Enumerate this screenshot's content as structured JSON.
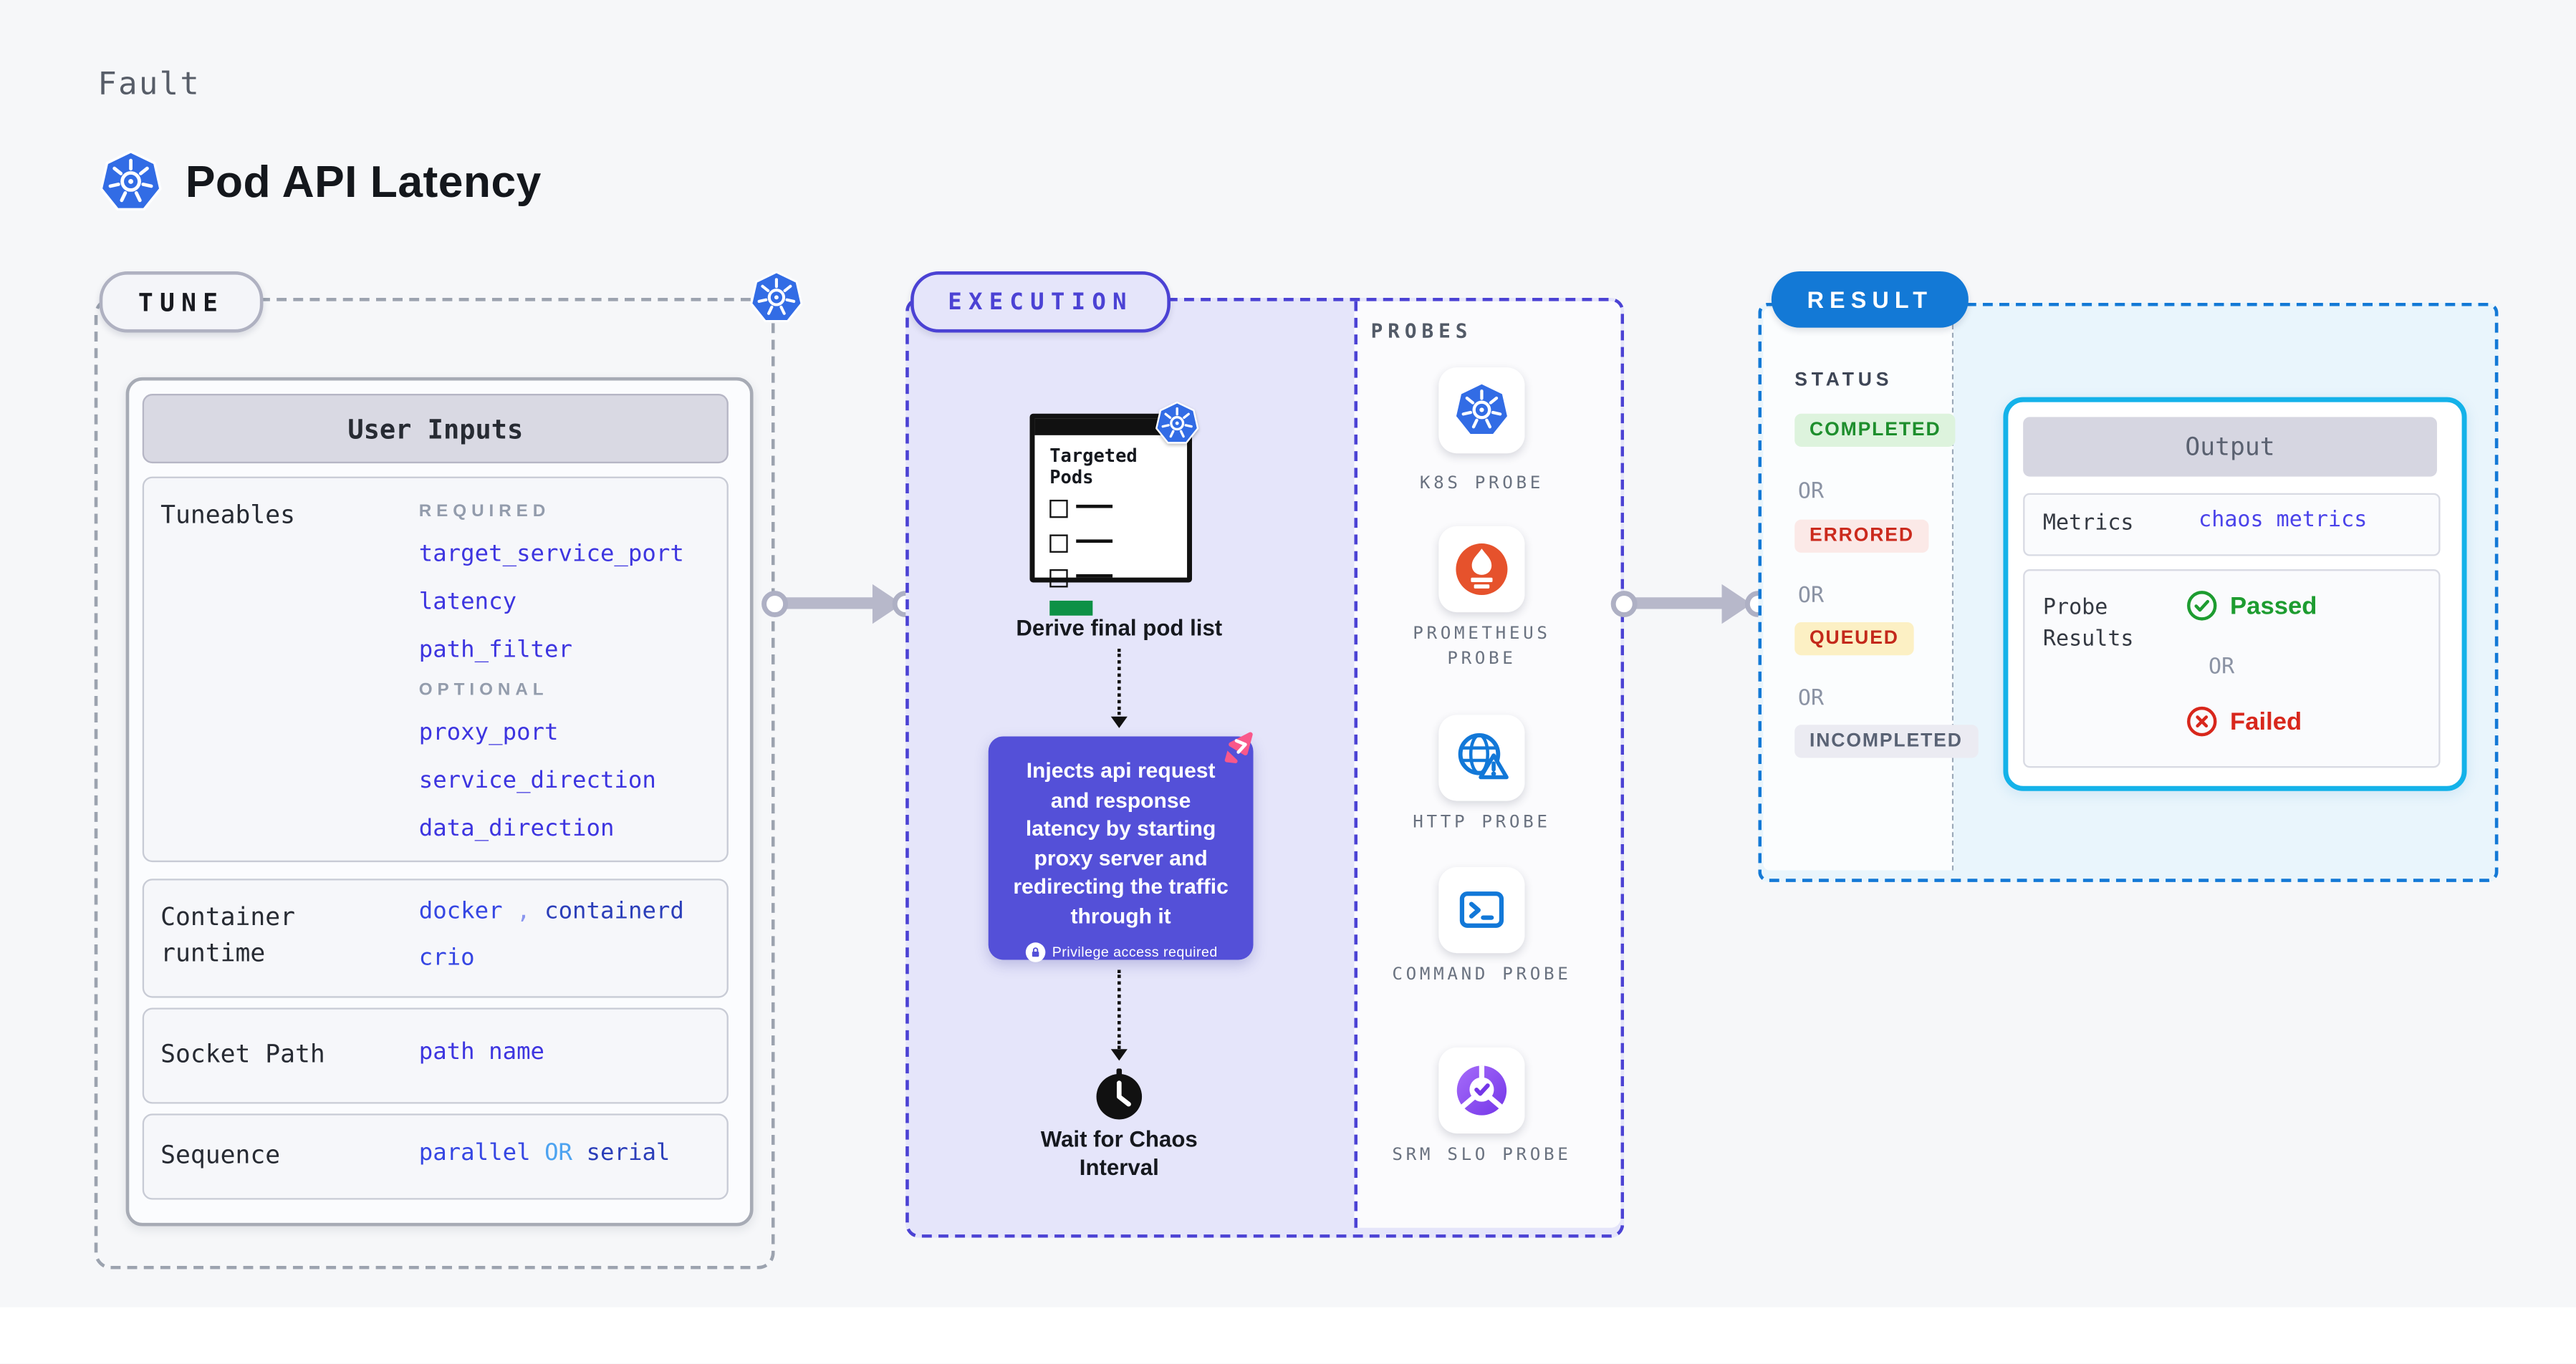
{
  "header": {
    "fault_label": "Fault",
    "title": "Pod API Latency"
  },
  "tune": {
    "pill": "TUNE",
    "user_inputs_header": "User Inputs",
    "tuneables": {
      "label": "Tuneables",
      "required_tag": "REQUIRED",
      "required": [
        "target_service_port",
        "latency",
        "path_filter"
      ],
      "optional_tag": "OPTIONAL",
      "optional": [
        "proxy_port",
        "service_direction",
        "data_direction"
      ]
    },
    "container_runtime": {
      "label": "Container runtime",
      "value1": "docker",
      "separator": ",",
      "value2": "containerd",
      "value3": "crio"
    },
    "socket_path": {
      "label": "Socket Path",
      "value": "path name"
    },
    "sequence": {
      "label": "Sequence",
      "option1": "parallel",
      "or": "OR",
      "option2": "serial"
    }
  },
  "execution": {
    "pill": "EXECUTION",
    "window_title": "Targeted Pods",
    "derive_caption": "Derive final pod list",
    "inject_tooltip": "Injects api request and response latency by starting proxy server and redirecting the traffic through it",
    "privilege_badge": "Privilege access required",
    "wait_caption": "Wait for Chaos Interval"
  },
  "probes": {
    "panel_label": "PROBES",
    "items": [
      {
        "name": "K8S PROBE",
        "icon": "kubernetes-icon"
      },
      {
        "name": "PROMETHEUS PROBE",
        "icon": "prometheus-icon"
      },
      {
        "name": "HTTP PROBE",
        "icon": "globe-warning-icon"
      },
      {
        "name": "COMMAND PROBE",
        "icon": "terminal-icon"
      },
      {
        "name": "SRM SLO PROBE",
        "icon": "slo-donut-icon"
      }
    ]
  },
  "result": {
    "pill": "RESULT",
    "status_heading": "STATUS",
    "statuses": {
      "completed": "COMPLETED",
      "or": "OR",
      "errored": "ERRORED",
      "queued": "QUEUED",
      "incompleted": "INCOMPLETED"
    },
    "output": {
      "header": "Output",
      "metrics_label": "Metrics",
      "metrics_value": "chaos metrics",
      "probe_results_label": "Probe Results",
      "passed": "Passed",
      "or": "OR",
      "failed": "Failed"
    }
  },
  "colors": {
    "kubernetes_blue": "#326CE5",
    "execution_indigo": "#4B42D4",
    "tooltip_purple": "#5450D8",
    "result_blue": "#1379D6",
    "output_border_cyan": "#14B2E9",
    "passed_green": "#1D9C30",
    "failed_red": "#D8271C",
    "prometheus_orange": "#E6522C",
    "litmus_pink": "#F9588A",
    "code_blue": "#3D35E0",
    "progress_green": "#0E9146"
  }
}
